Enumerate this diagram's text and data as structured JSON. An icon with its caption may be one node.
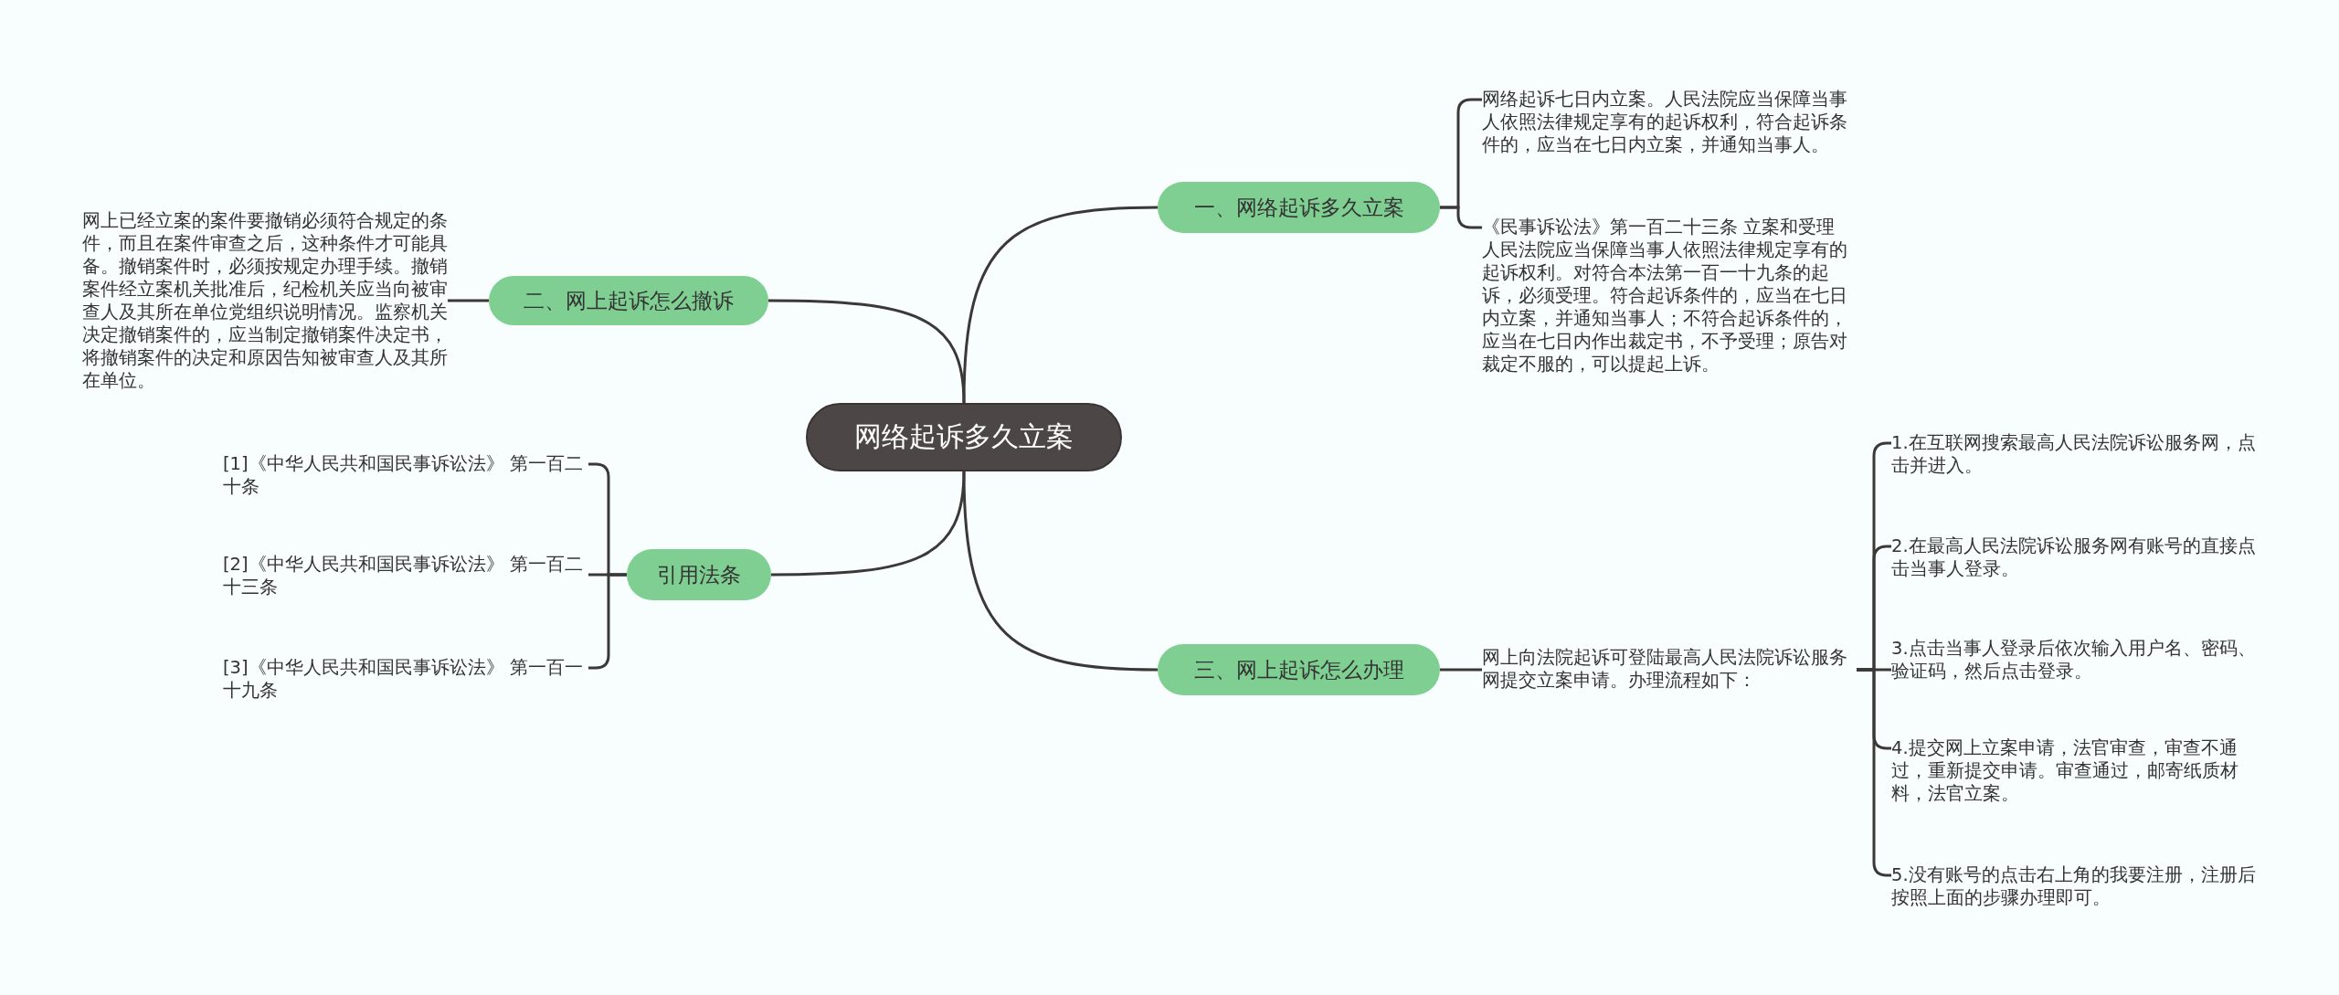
{
  "diagram": {
    "nodes": [
      {
        "text": [
          "网络起诉多久立案"
        ]
      },
      {
        "text": [
          "一、网络起诉多久立案"
        ]
      },
      {
        "text": [
          "网络起诉七日内立案。人民法院应当保障当事人依照法律规定享有的起诉权利，符合起诉条件的，应当在七日内立案，并通知当事人。"
        ]
      },
      {
        "text": [
          "《民事诉讼法》第一百二十三条 立案和受理人民法院应当保障当事人依照法律规定享有的起诉权利。对符合本法第一百一十九条的起诉，必须受理。符合起诉条件的，应当在七日内立案，并通知当事人；不符合起诉条件的，应当在七日内作出裁定书，不予受理；原告对裁定不服的，可以提起上诉。"
        ]
      },
      {
        "text": [
          "二、网上起诉怎么撤诉"
        ]
      },
      {
        "text": [
          "网上已经立案的案件要撤销必须符合规定的条件，而且在案件审查之后，这种条件才可能具备。撤销案件时，必须按规定办理手续。撤销案件经立案机关批准后，纪检机关应当向被审查人及其所在单位党组织说明情况。监察机关决定撤销案件的，应当制定撤销案件决定书，将撤销案件的决定和原因告知被审查人及其所在单位。"
        ]
      },
      {
        "text": [
          "引用法条"
        ]
      },
      {
        "text": [
          "[1]《中华人民共和国民事诉讼法》 第一百二十条"
        ]
      },
      {
        "text": [
          "[2]《中华人民共和国民事诉讼法》 第一百二十三条"
        ]
      },
      {
        "text": [
          "[3]《中华人民共和国民事诉讼法》 第一百一十九条"
        ]
      },
      {
        "text": [
          "三、网上起诉怎么办理"
        ]
      },
      {
        "text": [
          "网上向法院起诉可登陆最高人民法院诉讼服务网提交立案申请。办理流程如下："
        ]
      },
      {
        "text": [
          "1.在互联网搜索最高人民法院诉讼服务网，点击并进入。"
        ]
      },
      {
        "text": [
          "2.在最高人民法院诉讼服务网有账号的直接点击当事人登录。"
        ]
      },
      {
        "text": [
          "3.点击当事人登录后依次输入用户名、密码、验证码，然后点击登录。"
        ]
      },
      {
        "text": [
          "4.提交网上立案申请，法官审查，审查不通过，重新提交申请。审查通过，邮寄纸质材料，法官立案。"
        ]
      },
      {
        "text": [
          "5.没有账号的点击右上角的我要注册，注册后按照上面的步骤办理即可。"
        ]
      }
    ],
    "edges": [
      {
        "from": 0,
        "to": 1,
        "arrow": "none"
      },
      {
        "from": 1,
        "to": 2,
        "arrow": "none"
      },
      {
        "from": 1,
        "to": 3,
        "arrow": "none"
      },
      {
        "from": 0,
        "to": 4,
        "arrow": "none"
      },
      {
        "from": 4,
        "to": 5,
        "arrow": "none"
      },
      {
        "from": 0,
        "to": 6,
        "arrow": "none"
      },
      {
        "from": 6,
        "to": 7,
        "arrow": "none"
      },
      {
        "from": 6,
        "to": 8,
        "arrow": "none"
      },
      {
        "from": 6,
        "to": 9,
        "arrow": "none"
      },
      {
        "from": 0,
        "to": 10,
        "arrow": "none"
      },
      {
        "from": 10,
        "to": 11,
        "arrow": "none"
      },
      {
        "from": 11,
        "to": 12,
        "arrow": "none"
      },
      {
        "from": 11,
        "to": 13,
        "arrow": "none"
      },
      {
        "from": 11,
        "to": 14,
        "arrow": "none"
      },
      {
        "from": 11,
        "to": 15,
        "arrow": "none"
      },
      {
        "from": 11,
        "to": 16,
        "arrow": "none"
      }
    ]
  }
}
